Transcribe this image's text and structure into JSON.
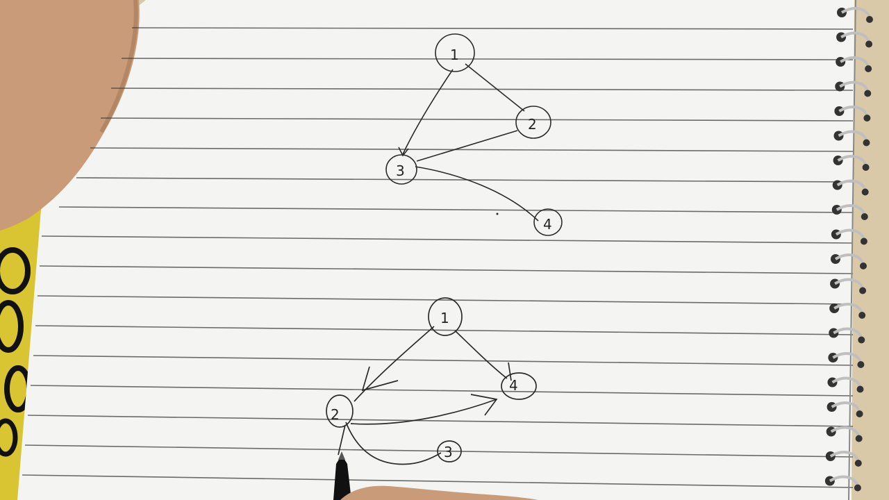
{
  "top_graph": {
    "nodes": [
      {
        "id": "n1",
        "label": "1"
      },
      {
        "id": "n2",
        "label": "2"
      },
      {
        "id": "n3",
        "label": "3"
      },
      {
        "id": "n4",
        "label": "4"
      }
    ],
    "edges": [
      {
        "from": "n1",
        "to": "n2",
        "directed": false
      },
      {
        "from": "n1",
        "to": "n3",
        "directed": true
      },
      {
        "from": "n2",
        "to": "n3",
        "directed": false
      },
      {
        "from": "n3",
        "to": "n4",
        "directed": false
      }
    ]
  },
  "bottom_graph": {
    "nodes": [
      {
        "id": "n1",
        "label": "1"
      },
      {
        "id": "n2",
        "label": "2"
      },
      {
        "id": "n3",
        "label": "3"
      },
      {
        "id": "n4",
        "label": "4"
      }
    ],
    "edges": [
      {
        "from": "n1",
        "to": "n2",
        "directed": true
      },
      {
        "from": "n1",
        "to": "n4",
        "directed": true
      },
      {
        "from": "n2",
        "to": "n4",
        "directed": true
      },
      {
        "from": "n2",
        "to": "n3",
        "directed": false
      }
    ]
  },
  "colors": {
    "paper": "#f4f4f2",
    "rule_line": "#3d3d3d",
    "ink": "#2a2a2a",
    "skin": "#c99b78",
    "fabric_yellow": "#d9c431",
    "spiral_ring": "#bfbfbf",
    "spiral_hole": "#333333",
    "pen": "#111111"
  }
}
